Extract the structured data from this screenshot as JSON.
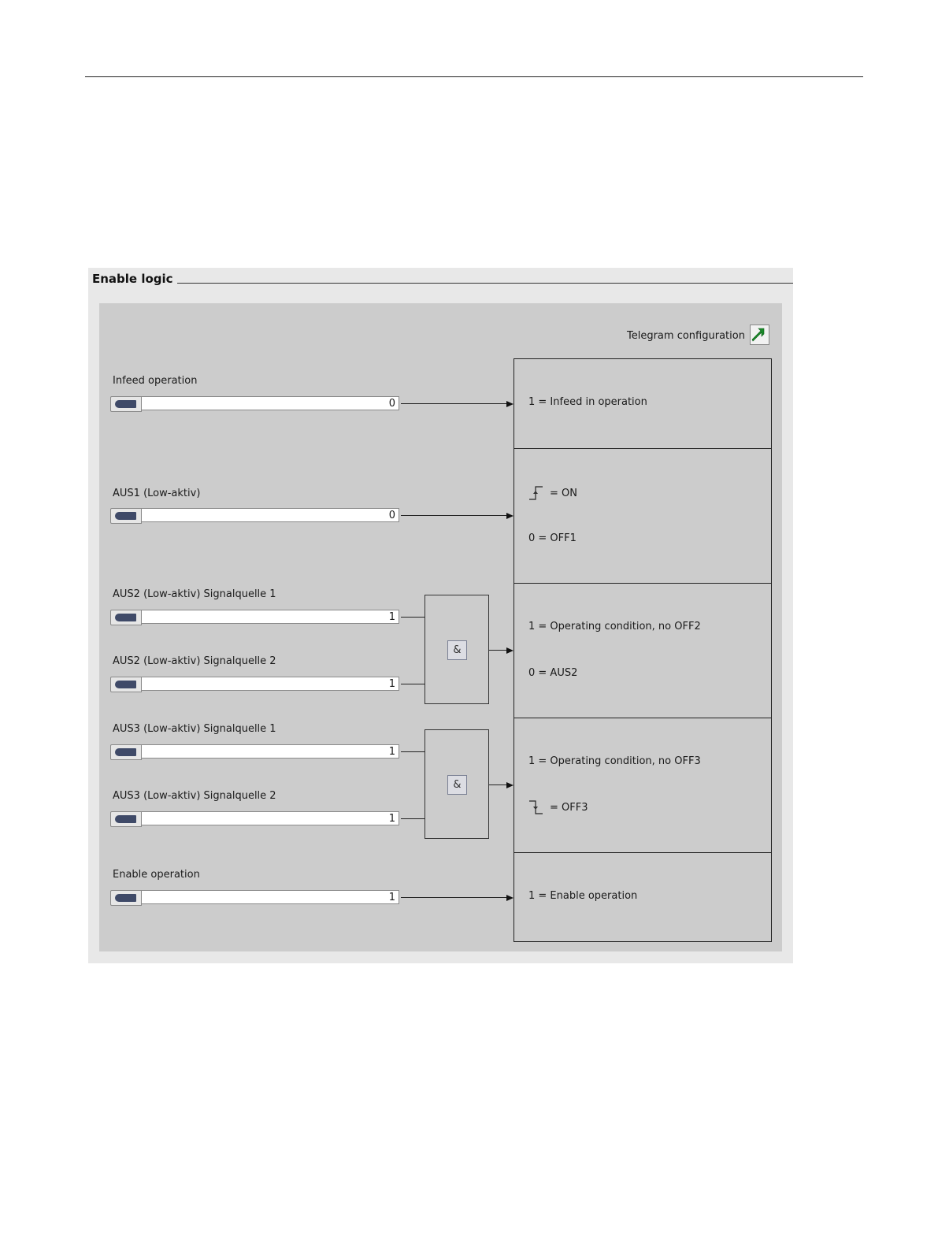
{
  "panel": {
    "title": "Enable logic"
  },
  "telegram": {
    "label": "Telegram configuration",
    "icon": "green-arrow-link-icon",
    "icon_color": "#1a8a2a"
  },
  "inputs": [
    {
      "label": "Infeed operation",
      "value": "0"
    },
    {
      "label": "AUS1 (Low-aktiv)",
      "value": "0"
    },
    {
      "label": "AUS2 (Low-aktiv) Signalquelle 1",
      "value": "1"
    },
    {
      "label": "AUS2 (Low-aktiv) Signalquelle 2",
      "value": "1"
    },
    {
      "label": "AUS3 (Low-aktiv) Signalquelle 1",
      "value": "1"
    },
    {
      "label": "AUS3 (Low-aktiv) Signalquelle 2",
      "value": "1"
    },
    {
      "label": "Enable operation",
      "value": "1"
    }
  ],
  "gates": [
    {
      "symbol": "&"
    },
    {
      "symbol": "&"
    }
  ],
  "status": {
    "infeed": "1 = Infeed in operation",
    "off1_edge": "= ON",
    "off1_zero": "0 = OFF1",
    "off2_one": "1 = Operating condition, no OFF2",
    "off2_zero": "0 = AUS2",
    "off3_one": "1 = Operating condition, no OFF3",
    "off3_edge": "= OFF3",
    "enable": "1 = Enable operation"
  },
  "colors": {
    "panel_bg": "#e8e8e8",
    "canvas_bg": "#cccccc",
    "field_tag": "#3f4a68"
  }
}
